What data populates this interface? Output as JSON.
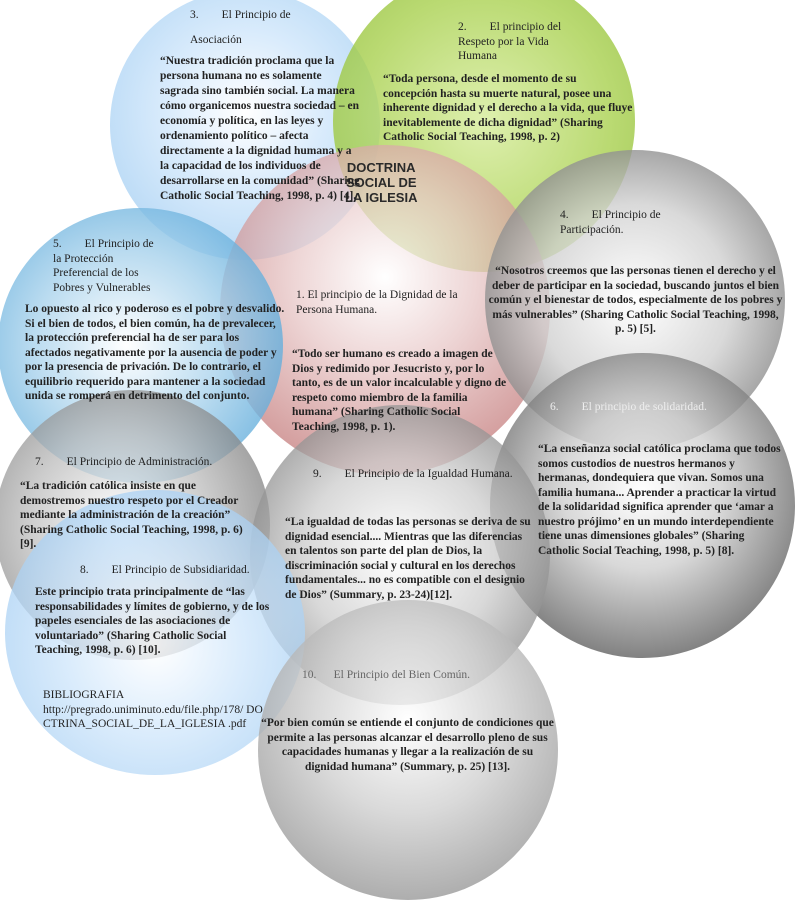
{
  "center": {
    "title_lines": [
      "DOCTRINA",
      "SOCIAL DE",
      "LA IGLESIA"
    ]
  },
  "p1": {
    "title": "1. El principio de la Dignidad de la Persona Humana.",
    "quote": "“Todo ser humano es creado a imagen de Dios y redimido por Jesucristo y, por lo tanto, es de un valor incalculable y digno de respeto como miembro de la familia humana” (Sharing Catholic Social Teaching, 1998, p. 1)."
  },
  "p2": {
    "title": "2.        El principio del Respeto por la Vida Humana",
    "quote": "“Toda persona, desde el momento de su concepción hasta su muerte natural, posee una inherente dignidad y el derecho a la vida, que fluye inevitablemente de dicha dignidad” (Sharing Catholic Social Teaching, 1998, p. 2)"
  },
  "p3": {
    "title": "3.        El Principio de",
    "title2": "Asociación",
    "quote": "“Nuestra tradición proclama que la persona humana no es solamente sagrada sino también social. La manera cómo organicemos nuestra sociedad – en economía y política, en las leyes y ordenamiento político – afecta directamente a la dignidad humana y a la capacidad de los individuos de desarrollarse en la comunidad” (Sharing Catholic Social Teaching, 1998, p. 4) [4]."
  },
  "p4": {
    "title": "4.        El Principio de Participación.",
    "quote": "“Nosotros creemos que las personas tienen el derecho y el deber de participar en la sociedad, buscando juntos el bien común y el bienestar de todos, especialmente de los pobres y más vulnerables” (Sharing Catholic Social Teaching, 1998, p. 5) [5]."
  },
  "p5": {
    "title": "5.        El Principio de la Protección Preferencial de los Pobres y Vulnerables",
    "quote": "Lo opuesto al rico y poderoso es el pobre y desvalido. Si el bien de todos, el bien común, ha de prevalecer, la protección preferencial ha de ser para los afectados negativamente por la ausencia de poder y por la presencia de privación. De lo contrario, el equilibrio requerido para mantener a la sociedad unida se romperá en detrimento del conjunto."
  },
  "p6": {
    "title": "6.        El principio de solidaridad.",
    "quote": "“La enseñanza social católica proclama que todos somos custodios de nuestros hermanos y hermanas, dondequiera que vivan. Somos una familia humana... Aprender a practicar la virtud de la solidaridad significa aprender que ‘amar a nuestro prójimo’ en un mundo interdependiente tiene unas dimensiones globales” (Sharing Catholic Social Teaching, 1998, p. 5) [8]."
  },
  "p7": {
    "title": "7.        El Principio de Administración.",
    "quote": "“La tradición católica insiste en que demostremos nuestro respeto por el Creador mediante la administración de la creación” (Sharing Catholic Social Teaching, 1998, p. 6) [9]."
  },
  "p8": {
    "title": "8.        El Principio de Subsidiaridad.",
    "quote": "Este principio trata principalmente de “las responsabilidades y límites de gobierno, y de los papeles esenciales de las asociaciones de voluntariado” (Sharing Catholic Social Teaching, 1998, p. 6) [10]."
  },
  "p9": {
    "title": "9.        El Principio de la Igualdad Humana.",
    "quote": "“La igualdad de todas las personas se deriva de su dignidad esencial.... Mientras que las diferencias en talentos son parte del plan de Dios, la discriminación social y cultural en los derechos fundamentales... no es compatible con el designio de Dios” (Summary, p. 23-24)[12]."
  },
  "p10": {
    "title": "10.      El Principio del Bien Común.",
    "quote": "“Por bien común se entiende el conjunto de condiciones que permite a las personas alcanzar el desarrollo pleno de sus capacidades humanas y llegar a la realización de su dignidad humana” (Summary, p. 25) [13]."
  },
  "bibliography": {
    "heading": "BIBLIOGRAFIA",
    "url": "http://pregrado.uniminuto.edu/file.php/178/ DOCTRINA_SOCIAL_DE_LA_IGLESIA .pdf"
  }
}
